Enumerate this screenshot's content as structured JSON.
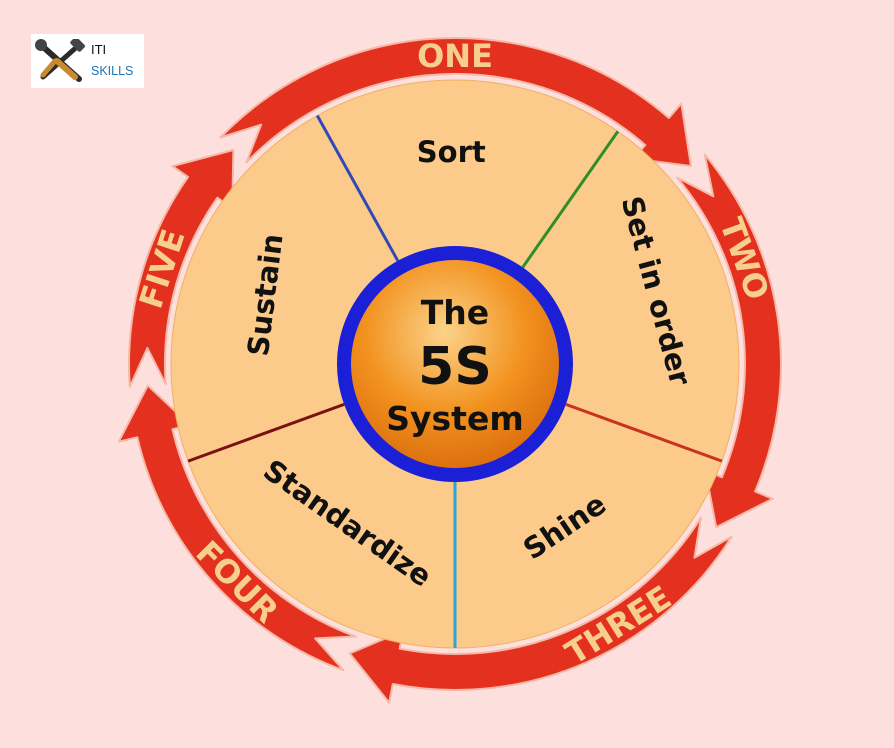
{
  "logo": {
    "line1": "ITI",
    "line2": "SKILLS"
  },
  "center": {
    "line1": "The",
    "line2": "5S",
    "line3": "System"
  },
  "segments": [
    "Sort",
    "Set in order",
    "Shine",
    "Standardize",
    "Sustain"
  ],
  "steps": [
    "ONE",
    "TWO",
    "THREE",
    "FOUR",
    "FIVE"
  ],
  "colors": {
    "background": "#fde0de",
    "arrow": "#e3301f",
    "segment": "#fcca8a",
    "hub_ring": "#1b1fd6",
    "hub_fill": "#f2871a",
    "divider_1": "#2f49b8",
    "divider_2": "#2e8f2a",
    "divider_3": "#c8321e",
    "divider_4": "#29a5d8",
    "divider_5": "#7a1010"
  }
}
